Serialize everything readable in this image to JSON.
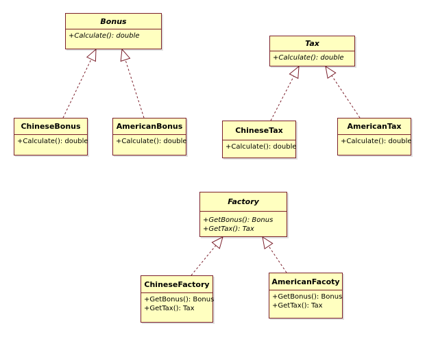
{
  "classes": {
    "bonus": {
      "name": "Bonus",
      "abstract": true,
      "operations": [
        "+Calculate(): double"
      ]
    },
    "chinese_bonus": {
      "name": "ChineseBonus",
      "abstract": false,
      "operations": [
        "+Calculate(): double"
      ]
    },
    "american_bonus": {
      "name": "AmericanBonus",
      "abstract": false,
      "operations": [
        "+Calculate(): double"
      ]
    },
    "tax": {
      "name": "Tax",
      "abstract": true,
      "operations": [
        "+Calculate(): double"
      ]
    },
    "chinese_tax": {
      "name": "ChineseTax",
      "abstract": false,
      "operations": [
        "+Calculate(): double"
      ]
    },
    "american_tax": {
      "name": "AmericanTax",
      "abstract": false,
      "operations": [
        "+Calculate(): double"
      ]
    },
    "factory": {
      "name": "Factory",
      "abstract": true,
      "operations": [
        "+GetBonus(): Bonus",
        "+GetTax(): Tax"
      ]
    },
    "chinese_factory": {
      "name": "ChineseFactory",
      "abstract": false,
      "operations": [
        "+GetBonus(): Bonus",
        "+GetTax(): Tax"
      ]
    },
    "american_factory": {
      "name": "AmericanFacoty",
      "abstract": false,
      "operations": [
        "+GetBonus(): Bonus",
        "+GetTax(): Tax"
      ]
    }
  },
  "relations": [
    {
      "type": "realization",
      "from": "chinese_bonus",
      "to": "bonus"
    },
    {
      "type": "realization",
      "from": "american_bonus",
      "to": "bonus"
    },
    {
      "type": "realization",
      "from": "chinese_tax",
      "to": "tax"
    },
    {
      "type": "realization",
      "from": "american_tax",
      "to": "tax"
    },
    {
      "type": "realization",
      "from": "chinese_factory",
      "to": "factory"
    },
    {
      "type": "realization",
      "from": "american_factory",
      "to": "factory"
    }
  ],
  "colors": {
    "class_fill": "#ffffc0",
    "class_border": "#7a1e2a",
    "connector": "#7a1e2a"
  }
}
